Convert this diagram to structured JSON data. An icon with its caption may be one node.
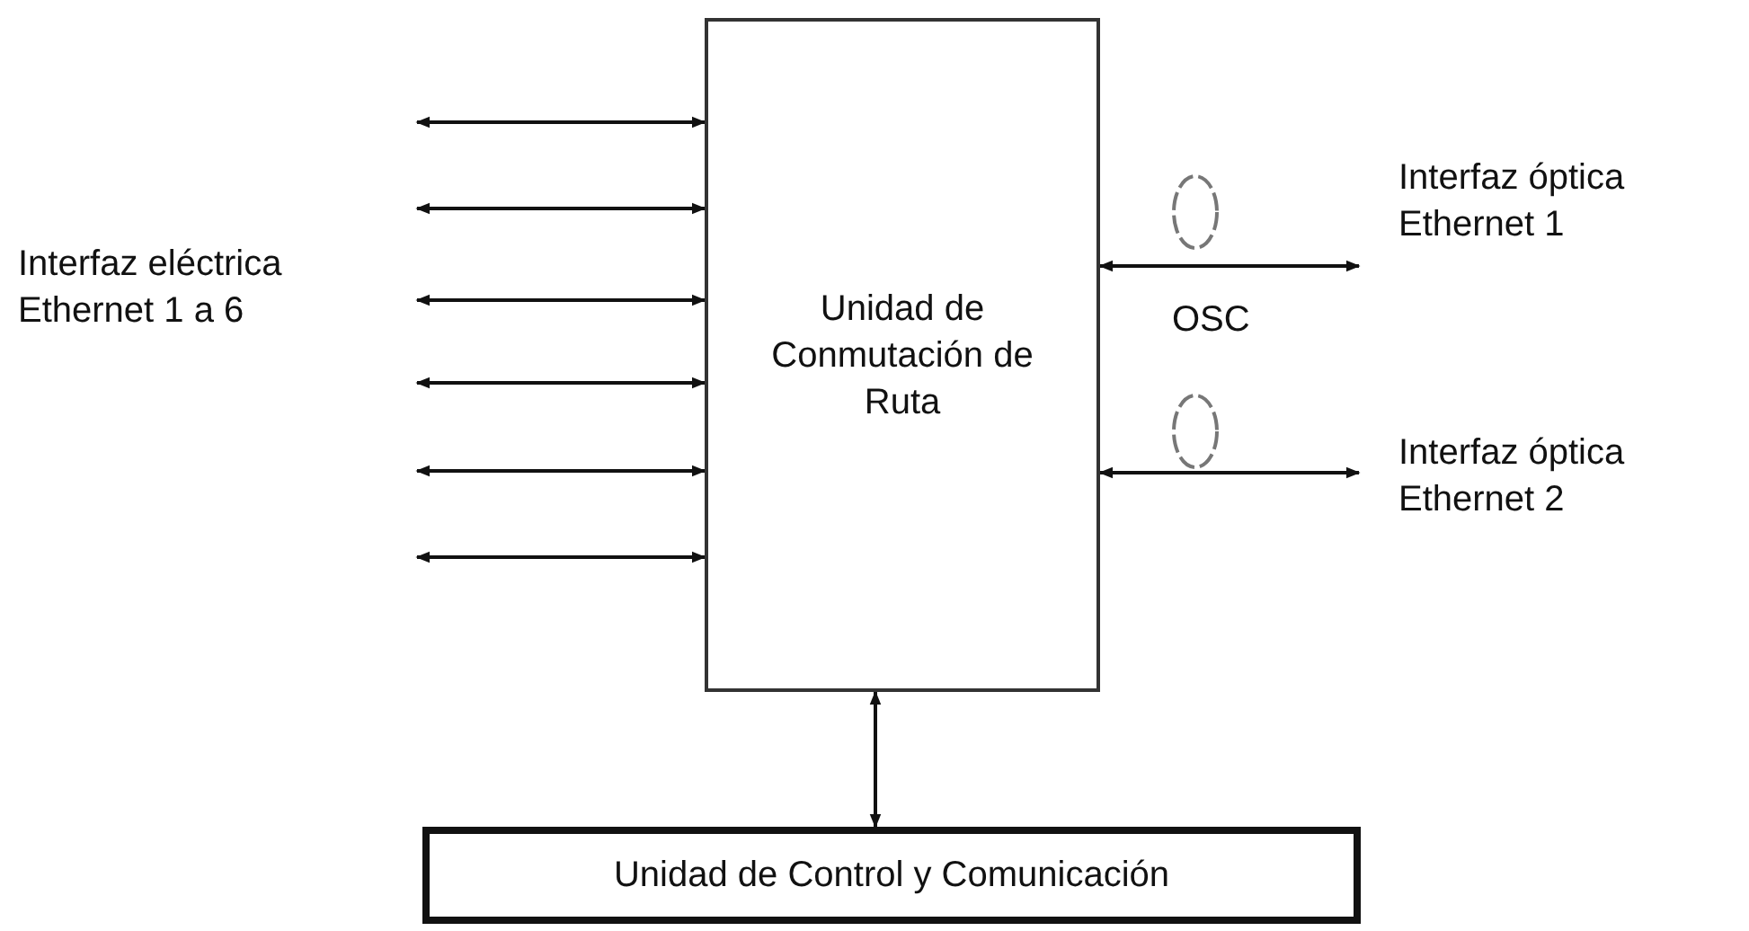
{
  "diagram": {
    "nodes": [
      {
        "text": [
          "Unidad de Conmutación de Ruta"
        ]
      },
      {
        "text": [
          "Unidad de Control y Comunicación"
        ]
      },
      {
        "text": [
          "Interfaz eléctrica Ethernet 1 a 6"
        ]
      },
      {
        "text": [
          "Interfaz óptica Ethernet 1"
        ]
      },
      {
        "text": [
          "Interfaz óptica Ethernet 2"
        ]
      }
    ],
    "edges": [
      {
        "from": null,
        "to": 0,
        "arrow": "both"
      },
      {
        "from": null,
        "to": 0,
        "arrow": "both"
      },
      {
        "from": null,
        "to": 0,
        "arrow": "both"
      },
      {
        "from": null,
        "to": 0,
        "arrow": "both"
      },
      {
        "from": null,
        "to": 0,
        "arrow": "both"
      },
      {
        "from": null,
        "to": 0,
        "arrow": "both"
      },
      {
        "from": 0,
        "to": 3,
        "arrow": "both"
      },
      {
        "from": 0,
        "to": 4,
        "arrow": "both"
      },
      {
        "from": 0,
        "to": 1,
        "arrow": "both"
      }
    ],
    "labels": [
      "OSC"
    ]
  }
}
